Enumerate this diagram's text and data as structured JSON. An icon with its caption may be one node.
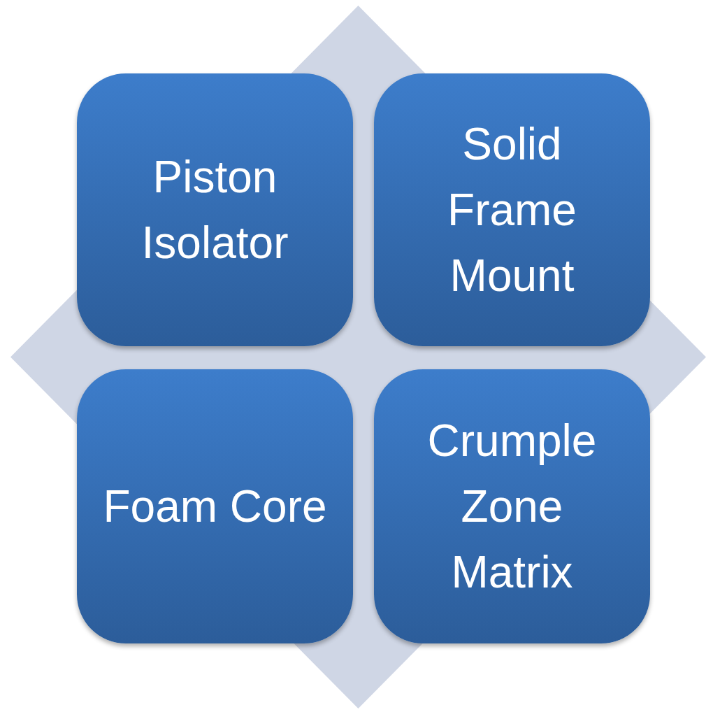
{
  "diagram": {
    "nodes": [
      {
        "text": [],
        "shape": "diamond"
      },
      {
        "text": [
          "Piston Isolator"
        ],
        "in": 0
      },
      {
        "text": [
          "Solid Frame Mount"
        ],
        "in": 0
      },
      {
        "text": [
          "Foam Core"
        ],
        "in": 0
      },
      {
        "text": [
          "Crumple Zone Matrix"
        ],
        "in": 0
      }
    ],
    "edges": []
  }
}
